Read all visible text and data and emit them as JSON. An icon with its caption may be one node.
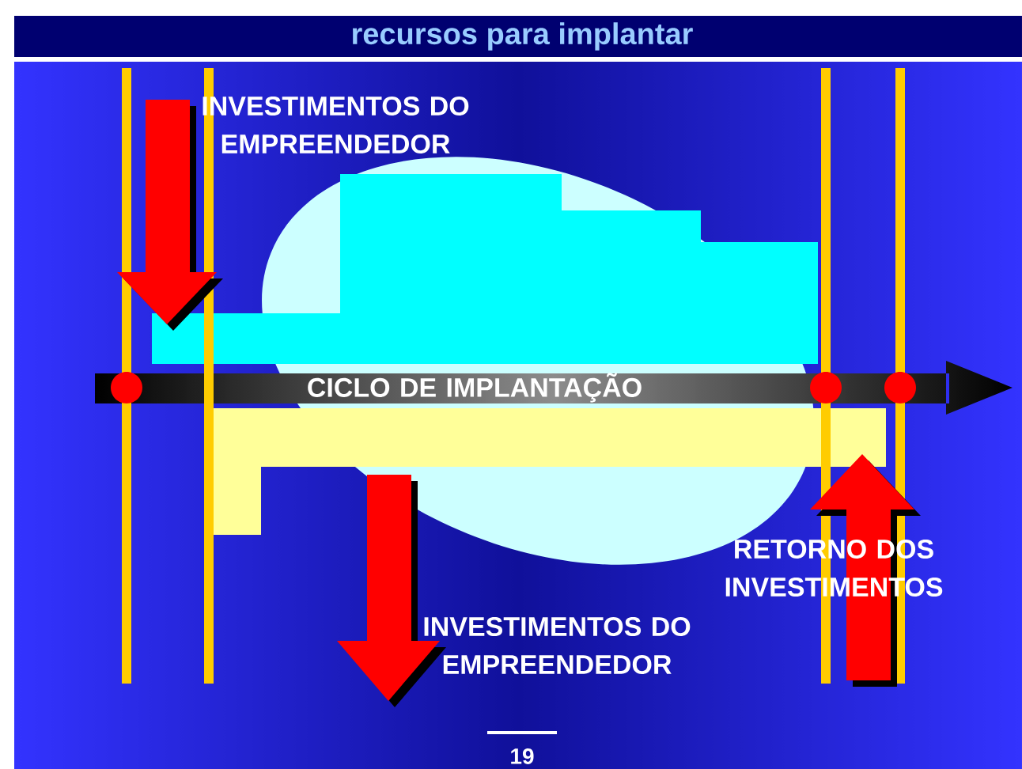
{
  "diagram": {
    "title": "recursos para implantar",
    "labels": [
      "INVESTIMENTOS DO EMPREENDEDOR",
      "CICLO DE IMPLANTAÇÃO",
      "RETORNO DOS INVESTIMENTOS",
      "INVESTIMENTOS DO EMPREENDEDOR",
      "19"
    ]
  }
}
